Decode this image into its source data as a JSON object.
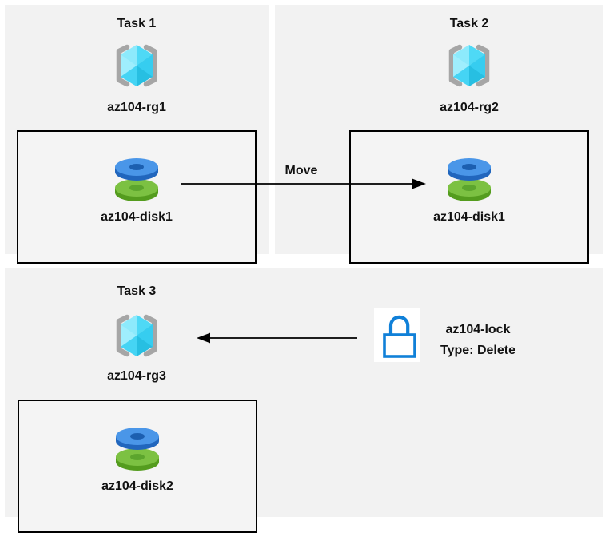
{
  "panels": {
    "task1": {
      "title": "Task 1",
      "rg_label": "az104-rg1",
      "disk_label": "az104-disk1"
    },
    "task2": {
      "title": "Task 2",
      "rg_label": "az104-rg2",
      "disk_label": "az104-disk1"
    },
    "task3": {
      "title": "Task 3",
      "rg_label": "az104-rg3",
      "disk_label": "az104-disk2"
    }
  },
  "arrows": {
    "move": {
      "label": "Move",
      "direction": "right"
    },
    "lock": {
      "label": "",
      "direction": "left"
    }
  },
  "lock": {
    "name": "az104-lock",
    "type": "Type: Delete"
  },
  "icons": {
    "resource_group": "azure-resource-group-icon",
    "disk": "azure-disk-icon",
    "lock": "azure-lock-icon"
  },
  "colors": {
    "panel_bg": "#f2f2f2",
    "box_bg": "#f4f4f4",
    "box_border": "#000000",
    "arrow": "#000000",
    "text": "#121212",
    "bracket_gray": "#a6a6a6",
    "cube_top_left": "#8deafc",
    "cube_top_right": "#4ed9f6",
    "cube_bottom_left": "#45d4f4",
    "cube_bottom_right": "#27bfe2",
    "disk_blue_top": "#4a96e8",
    "disk_blue_side": "#2166bd",
    "disk_blue_hole": "#1c5fb0",
    "disk_green_top": "#7cc142",
    "disk_green_side": "#549c1e",
    "disk_green_hole": "#5ca52d",
    "lock_blue": "#1080d8",
    "lock_bg": "#ffffff"
  }
}
